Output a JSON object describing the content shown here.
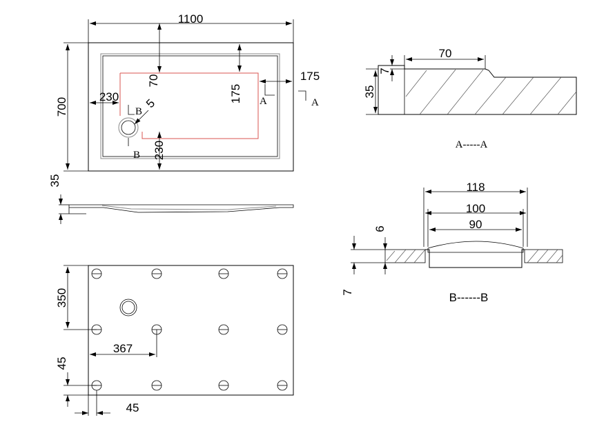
{
  "plan_view": {
    "dims": {
      "length": "1100",
      "width": "700",
      "edge_top": "70",
      "edge_side_left": "230",
      "edge_bottom": "230",
      "drain_offset_right": "175",
      "drain_offset_right_2": "175",
      "drain_radius": "5"
    },
    "section_marks": {
      "a_left": "A",
      "a_right": "A",
      "b_top": "B",
      "b_bottom": "B"
    }
  },
  "side_view": {
    "height": "35"
  },
  "underside_view": {
    "dims": {
      "support_vertical": "350",
      "drain_horizontal": "367",
      "edge_vertical": "45",
      "edge_horizontal": "45"
    }
  },
  "section_a": {
    "dims": {
      "lip_width": "70",
      "lip_height": "7",
      "thickness": "35"
    },
    "label": "A-----A"
  },
  "section_b": {
    "dims": {
      "outer": "118",
      "middle": "100",
      "inner": "90",
      "depth": "6",
      "flange": "7"
    },
    "label": "B------B"
  }
}
